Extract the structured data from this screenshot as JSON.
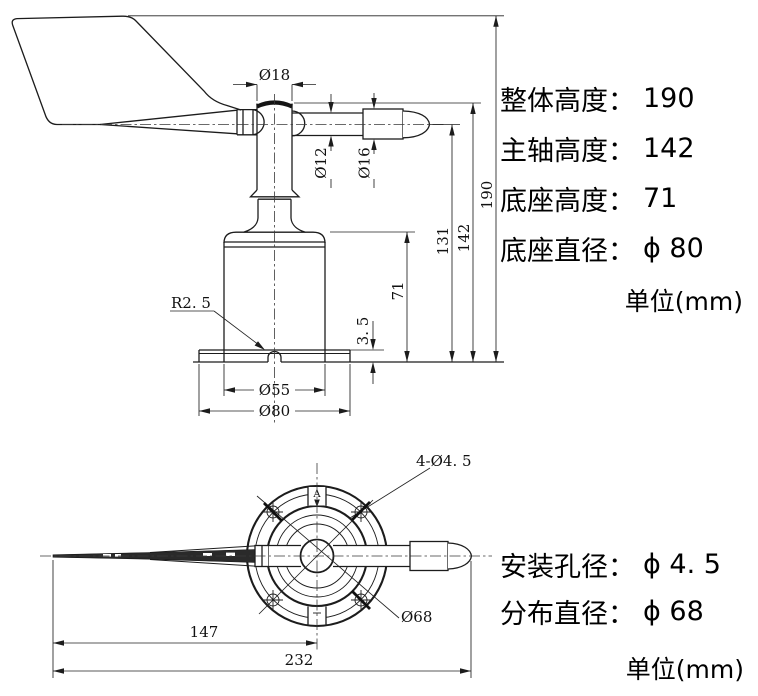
{
  "side_view": {
    "dims": {
      "hub_dia": "Ø18",
      "rod_dia": "Ø12",
      "weight_dia": "Ø16",
      "fillet": "R2. 5",
      "flange_thickness": "3. 5",
      "body_dia": "Ø55",
      "flange_dia": "Ø80",
      "body_height": "71",
      "rod_height": "131",
      "shaft_height": "142",
      "total_height": "190"
    },
    "specs": [
      {
        "label": "整体高度：",
        "value": "190"
      },
      {
        "label": "主轴高度：",
        "value": "142"
      },
      {
        "label": "底座高度：",
        "value": "71"
      },
      {
        "label": "底座直径：",
        "value": "ϕ 80"
      }
    ],
    "unit": "单位(mm)"
  },
  "top_view": {
    "dims": {
      "holes": "4-Ø4. 5",
      "bolt_circle": "Ø68",
      "tail_length": "147",
      "total_length": "232",
      "section": "A"
    },
    "specs": [
      {
        "label": "安装孔径：",
        "value": "ϕ 4. 5"
      },
      {
        "label": "分布直径：",
        "value": "ϕ 68"
      }
    ],
    "unit": "单位(mm)"
  }
}
